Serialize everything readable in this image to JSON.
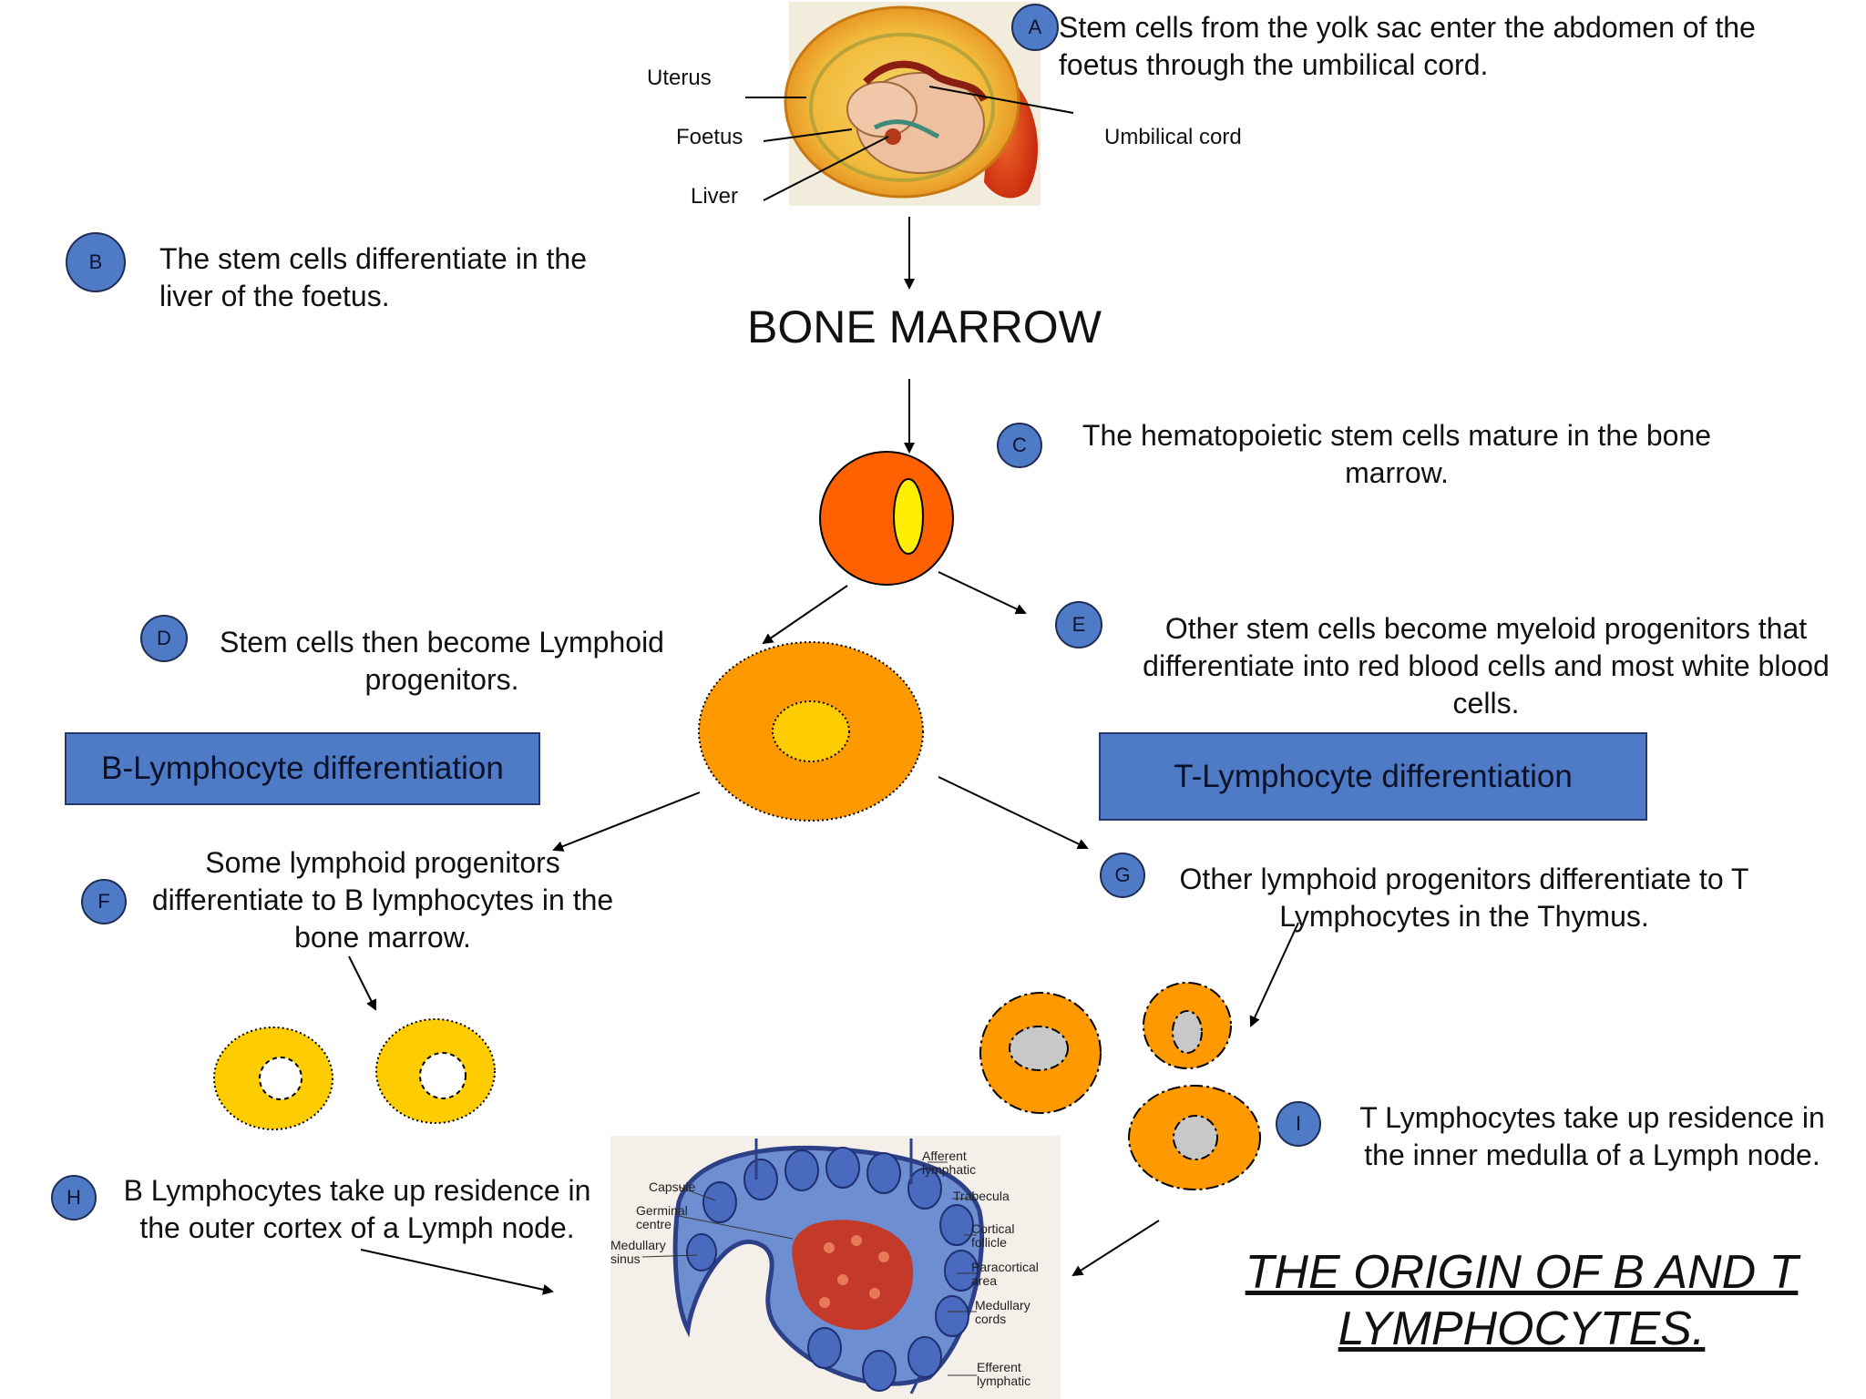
{
  "title": "THE ORIGIN OF B AND T LYMPHOCYTES.",
  "bone_marrow": "BONE MARROW",
  "foetus_labels": {
    "uterus": "Uterus",
    "foetus": "Foetus",
    "liver": "Liver",
    "umbilical_cord": "Umbilical cord"
  },
  "steps": {
    "A": {
      "letter": "A",
      "text": "Stem cells from the yolk sac enter the abdomen of the foetus through the umbilical cord."
    },
    "B": {
      "letter": "B",
      "text": "The stem cells differentiate in the liver of the foetus."
    },
    "C": {
      "letter": "C",
      "text": "The hematopoietic stem cells mature in the bone marrow."
    },
    "D": {
      "letter": "D",
      "text": "Stem cells then become Lymphoid progenitors."
    },
    "E": {
      "letter": "E",
      "text": "Other stem cells become myeloid progenitors that differentiate into red blood cells and most white blood cells."
    },
    "F": {
      "letter": "F",
      "text": "Some lymphoid progenitors differentiate to B lymphocytes in the bone marrow."
    },
    "G": {
      "letter": "G",
      "text": "Other lymphoid progenitors differentiate to T Lymphocytes in the Thymus."
    },
    "H": {
      "letter": "H",
      "text": "B Lymphocytes take up residence in the outer cortex of a Lymph node."
    },
    "I": {
      "letter": "I",
      "text": "T Lymphocytes take up residence in the inner medulla of a Lymph node."
    }
  },
  "sections": {
    "b_lymph": "B-Lymphocyte differentiation",
    "t_lymph": "T-Lymphocyte differentiation"
  },
  "lymph_node_labels": {
    "afferent": "Afferent lymphatic",
    "trabecula": "Trabecula",
    "cortical": "Cortical follicle",
    "paracortical": "Paracortical area",
    "medullary_cords": "Medullary cords",
    "efferent": "Efferent lymphatic",
    "capsule": "Capsule",
    "germinal": "Germinal centre",
    "medullary_sinus": "Medullary sinus"
  },
  "colors": {
    "badge": "#4f7ac5",
    "stem_cell": "#ff6000",
    "progenitor": "#ff9900",
    "b_cell": "#ffcc00",
    "nucleus_yellow": "#ffee00",
    "t_nucleus": "#c8c8c8"
  }
}
